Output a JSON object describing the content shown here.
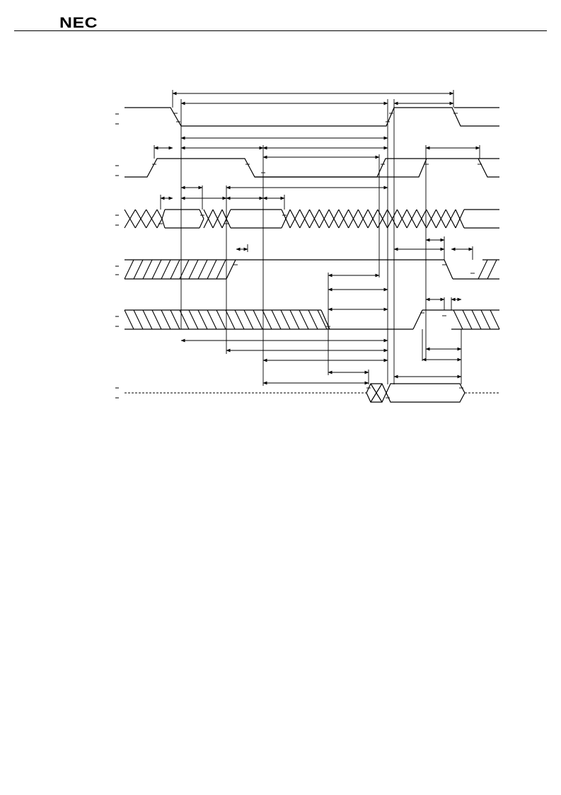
{
  "header": {
    "brand": "NEC",
    "brand_color": "#000000"
  },
  "diagram": {
    "type": "timing-diagram",
    "waveform_rows": 6,
    "ink_color": "#000000",
    "background_color": "#ffffff"
  }
}
